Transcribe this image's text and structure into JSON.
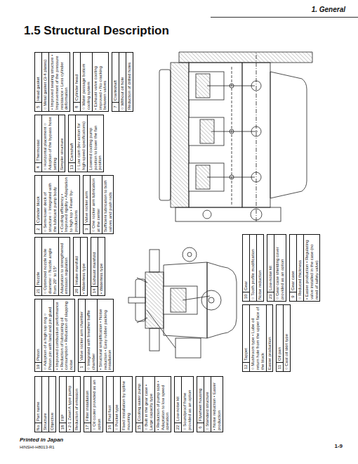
{
  "diagram": {
    "title": "1.5 Structural Description",
    "nodes": [
      {
        "text": [
          "No.",
          "Part name",
          "Structure",
          "Objective"
        ]
      },
      {
        "text": [
          "1",
          "Valve rocker arm chamber",
          "○ Integrated with breather baffle chamber",
          "• Structural simplification • Noise reduction • Easy rubber packing installation"
        ]
      },
      {
        "text": [
          "2",
          "Cylinder block",
          "○ Semi-lower deck of structure ○ Integrated with the lubricant pump body",
          "• Cooling efficiency • Improved rigidity • Adaptation to high top • Fewer by-productions"
        ]
      },
      {
        "text": [
          "3",
          "Valve rocker arm",
          "○ One rocker arm lubrication at the center",
          "Sufficient lubrication to both valves and push rods"
        ]
      },
      {
        "text": [
          "4",
          "Thermostat",
          "○ Horizontal placement ○ Adoption of the bypass hose setting",
          "Simpler structure"
        ]
      },
      {
        "text": [
          "5",
          "Head gasket",
          "○ Metal gasket (3-4 plates)",
          "• Improved sealing structure • Improvement of the pressure resistance • Less cylinder deformation"
        ]
      },
      {
        "text": [
          "6",
          "Flywheel housing",
          "○ Standard structure",
          "• Noise reduction • Easier production"
        ]
      },
      {
        "text": [
          "7",
          "Crankshaft",
          "○ Without oil hole",
          "Reduction of drilled holes"
        ]
      },
      {
        "text": [
          "8",
          "Cylinder head",
          "○ Water passage bottom cooling system",
          "• Exhaust valve cooling improved • No cracking between valves"
        ]
      },
      {
        "text": [
          "9",
          "Gear case",
          "○ Reduced thickness",
          "• Easier production • Regulating valve installed in the case (no need of safety valve)"
        ]
      },
      {
        "text": [
          "10",
          "Gear",
          "○ Tooth profile modification",
          "Noise reduction"
        ]
      },
      {
        "text": [
          "11",
          "Oil pan",
          "○ Cast oil skirt type"
        ]
      },
      {
        "text": [
          "12",
          "Tappet",
          "○ Mushroom type • Lube oil return hole from the upper face of the block",
          "Easier production"
        ]
      },
      {
        "text": [
          "13",
          "Camshaft",
          "○ Low cam (lev action for high-speed specifications)",
          "Lowered cooling pump position to lower the fan position"
        ]
      },
      {
        "text": [
          "14",
          "Exhaust manifold",
          "• Waterless type"
        ]
      },
      {
        "text": [
          "15",
          "Cooling water pump",
          "○ Built in the gear case • Large capacity type",
          "• Reduction of pump size • Adaptation to low speed operation"
        ]
      },
      {
        "text": [
          "16",
          "Pod foot",
          "○ Pocket type",
          "Fixed installation by spline mounting"
        ]
      },
      {
        "text": [
          "17",
          "Filter installation",
          "○ Oil cooler provided as an option"
        ]
      },
      {
        "text": [
          "18",
          "FIP",
          "• 2-1 Zexel A type pump",
          "Reduction of emission"
        ]
      },
      {
        "text": [
          "19",
          "Piston",
          "○ Adoption of a high top ring ○ Piston pin with land and pin glued",
          "• Improved combustion performance • Reduction of lubricating oil consumption • Reduction of slapping noise"
        ]
      },
      {
        "text": [
          "20",
          "Intake manifold",
          "• Waterless type"
        ]
      },
      {
        "text": [
          "21",
          "Nozzle",
          "○ Optimized nozzle hole diameter ○ Nozzle angle from 20° to 15°",
          "Adaptation to strengthened emission regulation"
        ]
      },
      {
        "text": [
          "22",
          "Low-noise kit",
          "○ Soundproof frame provided as an option"
        ]
      },
      {
        "text": [
          "23",
          "Low-noise kit",
          "○ Gear case shielding cover provided as an option"
        ]
      }
    ],
    "labels": [
      "1. General",
      "Printed in Japan",
      "HINSHI-H8013-R1",
      "1-9"
    ]
  }
}
